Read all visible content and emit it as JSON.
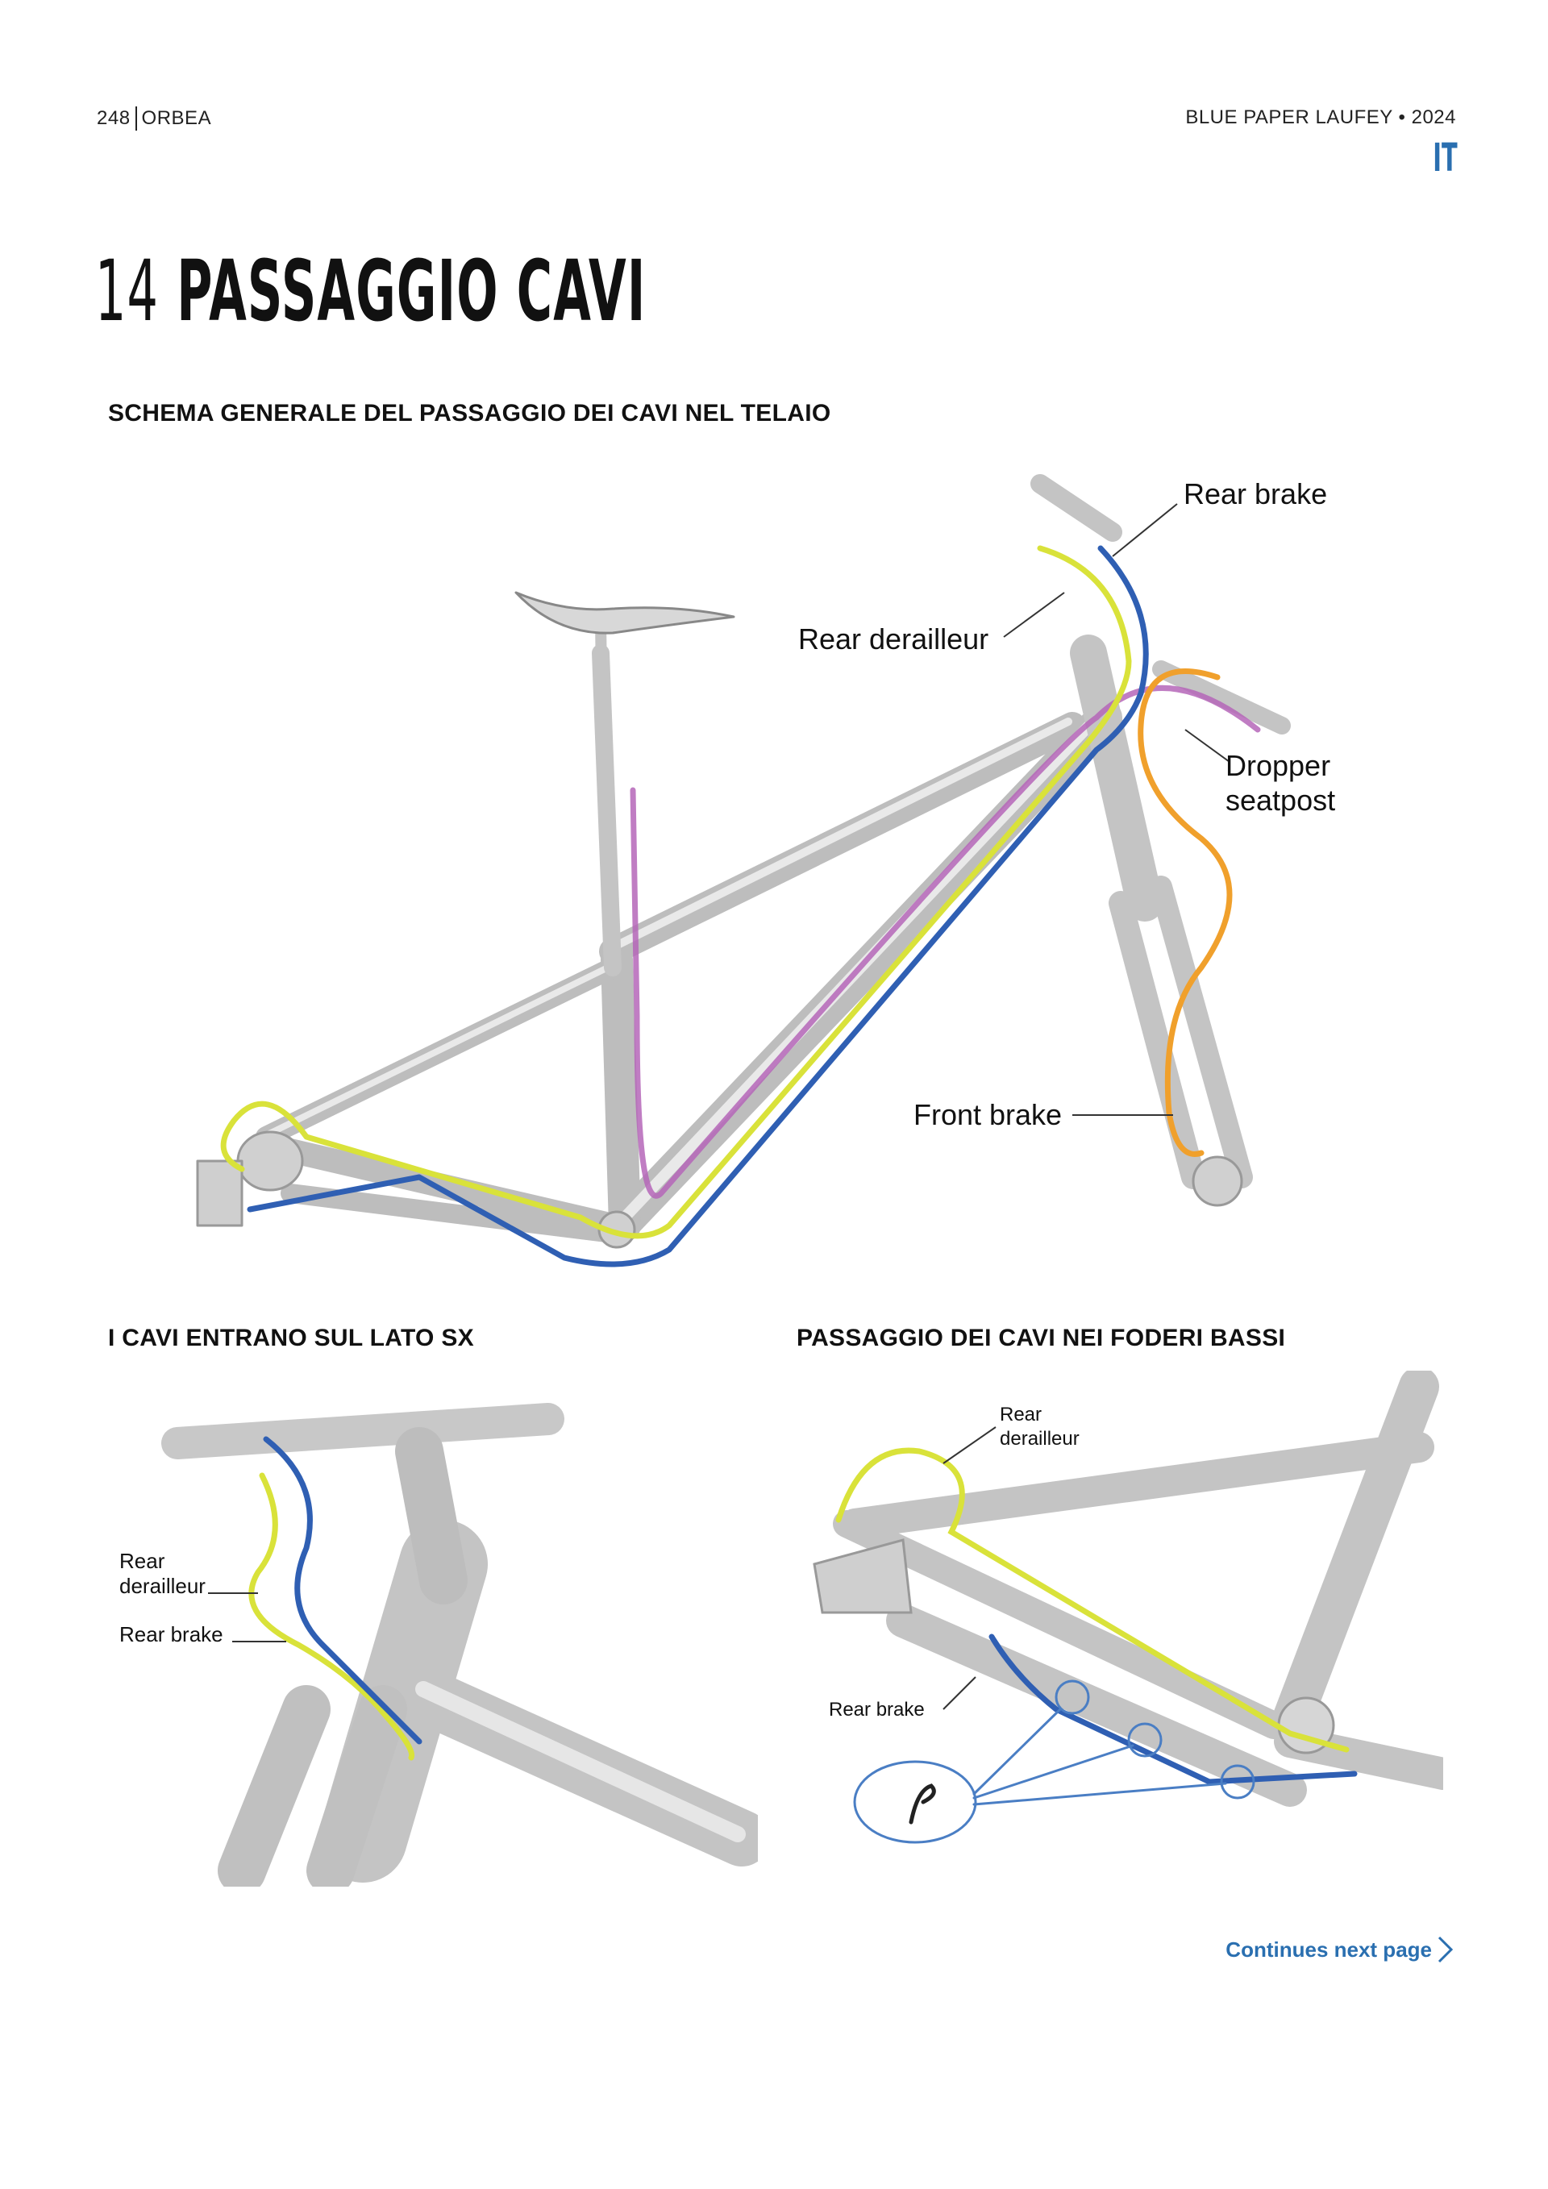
{
  "header": {
    "page_number": "248",
    "brand": "ORBEA",
    "doc_title": "BLUE PAPER LAUFEY • 2024",
    "language": "IT"
  },
  "title": {
    "number": "14",
    "text": "PASSAGGIO CAVI"
  },
  "sections": {
    "overview": "SCHEMA GENERALE DEL PASSAGGIO DEI CAVI NEL TELAIO",
    "left_side": "I CAVI ENTRANO SUL LATO SX",
    "chainstays": "PASSAGGIO DEI CAVI NEI FODERI BASSI"
  },
  "labels": {
    "rear_brake": "Rear brake",
    "rear_derailleur": "Rear derailleur",
    "dropper_line1": "Dropper",
    "dropper_line2": "seatpost",
    "front_brake": "Front brake",
    "rear": "Rear",
    "derailleur": "derailleur"
  },
  "footer": {
    "continues": "Continues next page"
  },
  "colors": {
    "accent": "#2a6fb0",
    "rear_brake": "#2f5fb3",
    "rear_derailleur": "#d9e23a",
    "dropper": "#b566b8",
    "front_brake": "#f0a02c"
  }
}
